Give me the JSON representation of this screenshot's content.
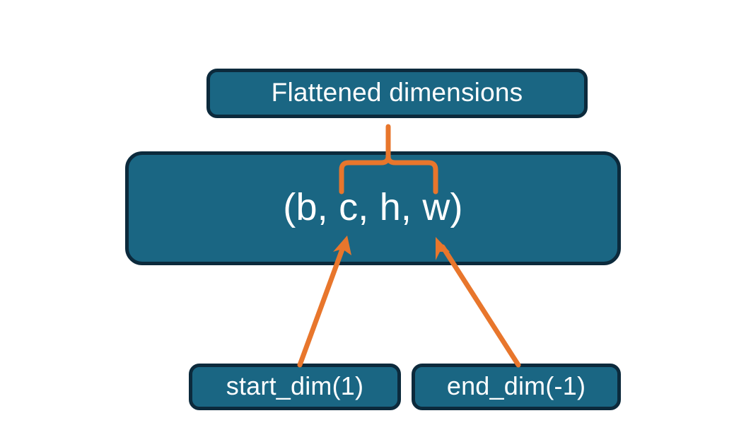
{
  "diagram": {
    "title_node": {
      "label": "Flattened dimensions",
      "name": "flattened-dimensions-box"
    },
    "shape_node": {
      "label": "(b, c, h, w)",
      "name": "tensor-shape-box"
    },
    "param_nodes": [
      {
        "label": "start_dim(1)",
        "name": "start-dim-box"
      },
      {
        "label": "end_dim(-1)",
        "name": "end-dim-box"
      }
    ],
    "colors": {
      "box_fill": "#1a6683",
      "box_border": "#0c2a3c",
      "text": "#ffffff",
      "connector": "#e8762c",
      "background": "#ffffff"
    },
    "connectors": [
      {
        "name": "brace-flattened-range",
        "kind": "curly-brace",
        "describes": "c, h, w",
        "points_to": "Flattened dimensions"
      },
      {
        "name": "arrow-start-dim",
        "kind": "arrow",
        "from": "start_dim(1)",
        "to": "c"
      },
      {
        "name": "arrow-end-dim",
        "kind": "arrow",
        "from": "end_dim(-1)",
        "to": "w"
      }
    ]
  }
}
